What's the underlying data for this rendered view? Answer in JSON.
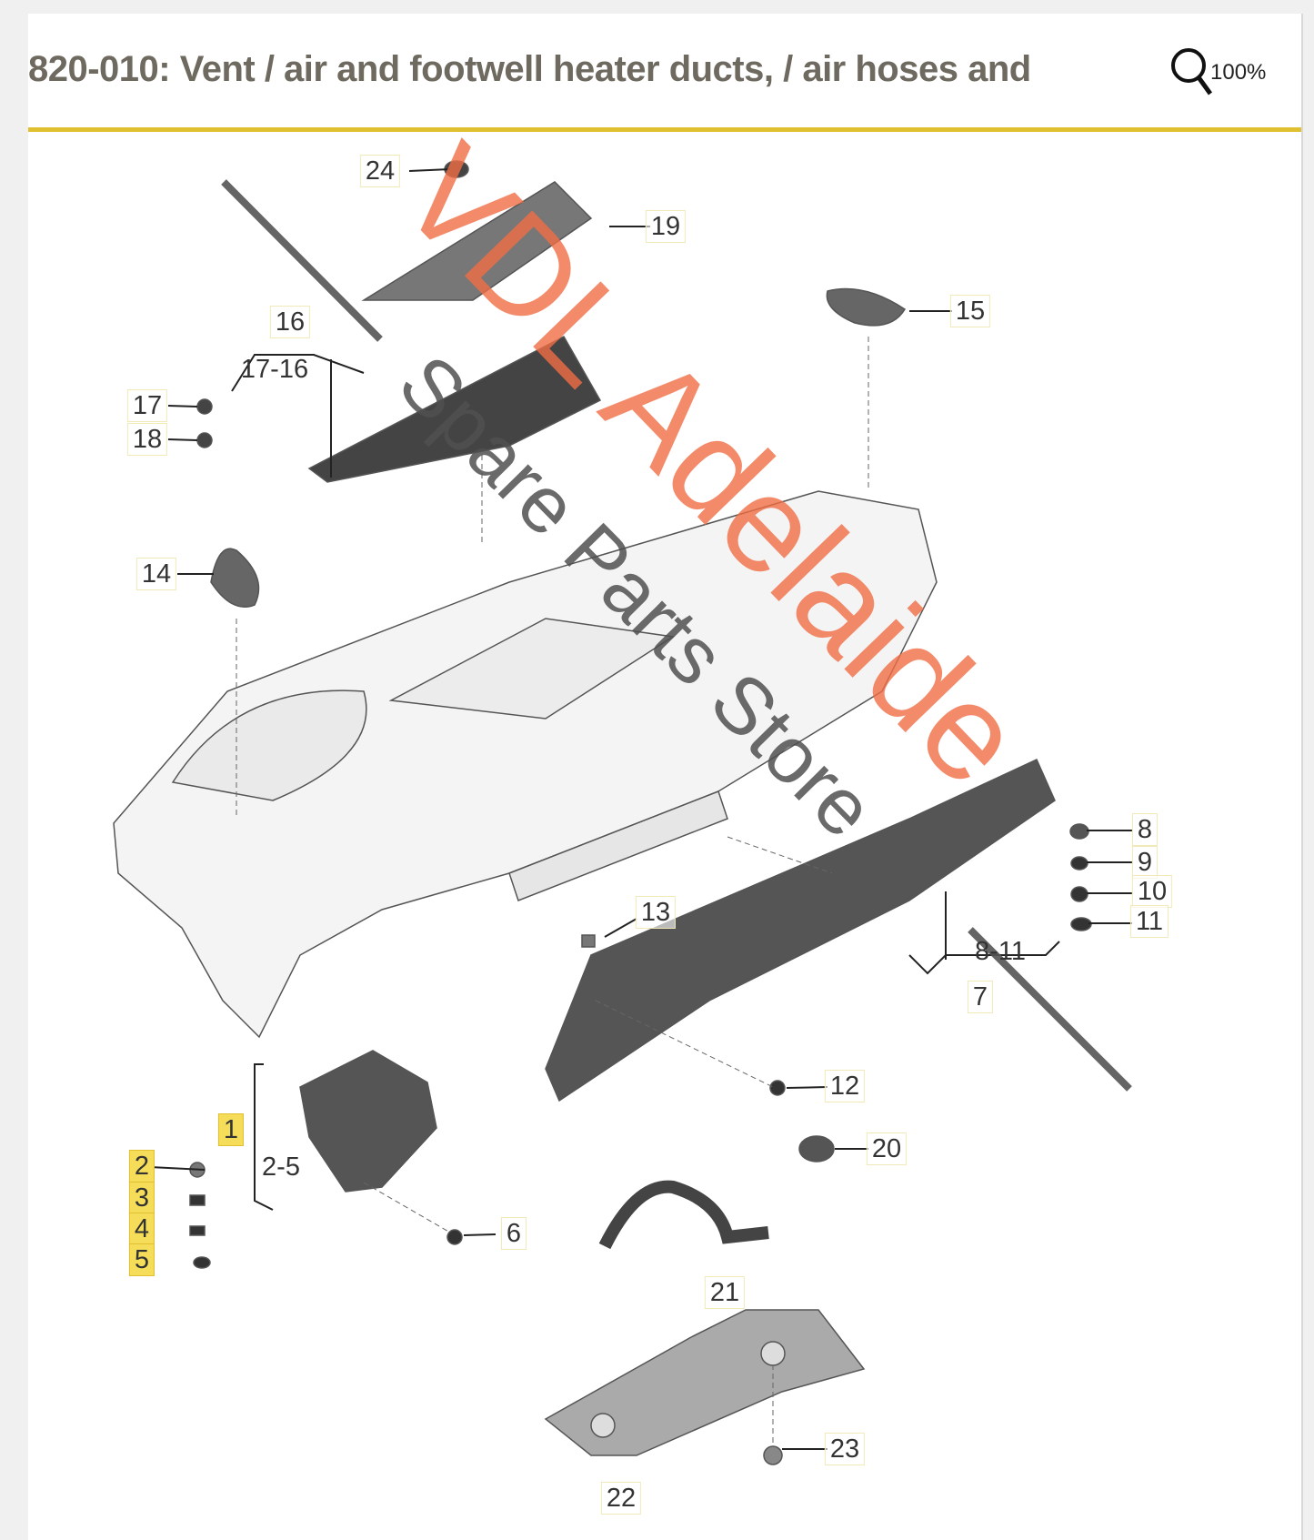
{
  "header": {
    "title": "820-010: Vent / air and footwell heater ducts, / air hoses and vents",
    "zoom_label": "100%"
  },
  "watermark": {
    "line1": "VDL Adelaide",
    "line2": "Spare Parts Store"
  },
  "parts": {
    "p1": "1",
    "p2": "2",
    "p3": "3",
    "p4": "4",
    "p5": "5",
    "p6": "6",
    "p7": "7",
    "p8": "8",
    "p9": "9",
    "p10": "10",
    "p11": "11",
    "p12": "12",
    "p13": "13",
    "p14": "14",
    "p15": "15",
    "p16": "16",
    "p17": "17",
    "p18": "18",
    "p19": "19",
    "p20": "20",
    "p21": "21",
    "p22": "22",
    "p23": "23",
    "p24": "24",
    "g17_16": "17-16",
    "g2_5": "2-5",
    "g8_11": "8-11"
  },
  "colors": {
    "accent": "#e0c030",
    "highlight": "#f5dd5a",
    "watermark": "#f06e46"
  }
}
